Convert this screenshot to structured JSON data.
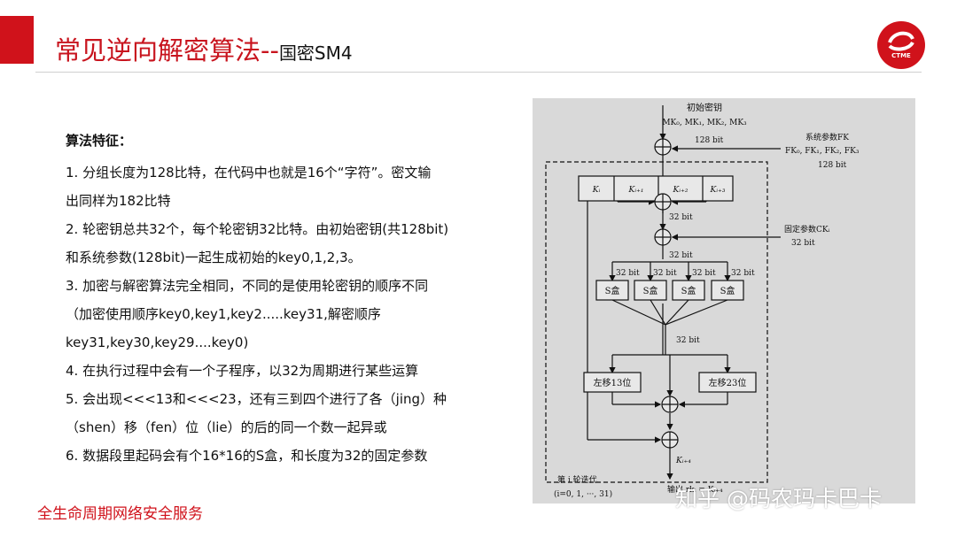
{
  "header": {
    "title_main": "常见逆向解密算法--",
    "title_sub": "国密SM4",
    "logo_text": "CTME"
  },
  "content": {
    "heading": "算法特征：",
    "lines": [
      "1. 分组长度为128比特，在代码中也就是16个“字符”。密文输",
      "出同样为182比特",
      " 2. 轮密钥总共32个，每个轮密钥32比特。由初始密钥(共128bit)",
      "和系统参数(128bit)一起生成初始的key0,1,2,3。",
      " 3. 加密与解密算法完全相同，不同的是使用轮密钥的顺序不同",
      "（加密使用顺序key0,key1,key2.....key31,解密顺序",
      "key31,key30,key29....key0)",
      "4. 在执行过程中会有一个子程序，以32为周期进行某些运算",
      "5. 会出现<<<13和<<<23，还有三到四个进行了各（jing）种",
      "（shen）移（fen）位（lie）的后的同一个数一起异或",
      "6. 数据段里起码会有个16*16的S盒，和长度为32的固定参数"
    ]
  },
  "footer": {
    "text": "全生命周期网络安全服务"
  },
  "diagram": {
    "initial_key_label": "初始密钥",
    "initial_key_parts": "MK₀, MK₁, MK₂, MK₃",
    "bits_128": "128 bit",
    "system_param_label": "系统参数FK",
    "system_param_parts": "FK₀, FK₁, FK₂, FK₃",
    "k_i": "Kᵢ",
    "k_i1": "Kᵢ₊₁",
    "k_i2": "Kᵢ₊₂",
    "k_i3": "Kᵢ₊₃",
    "bits_32": "32 bit",
    "fixed_param_label": "固定参数CKᵢ",
    "sbox": "S盒",
    "rot13": "左移13位",
    "rot23": "左移23位",
    "k_i4": "Kᵢ₊₄",
    "iter_label": "第 i 轮迭代",
    "iter_range": "(i=0, 1, ···, 31)",
    "output_label": "输出 rkᵢ = Kᵢ₊₄"
  },
  "watermark": {
    "text": "知乎 @码农玛卡巴卡"
  }
}
